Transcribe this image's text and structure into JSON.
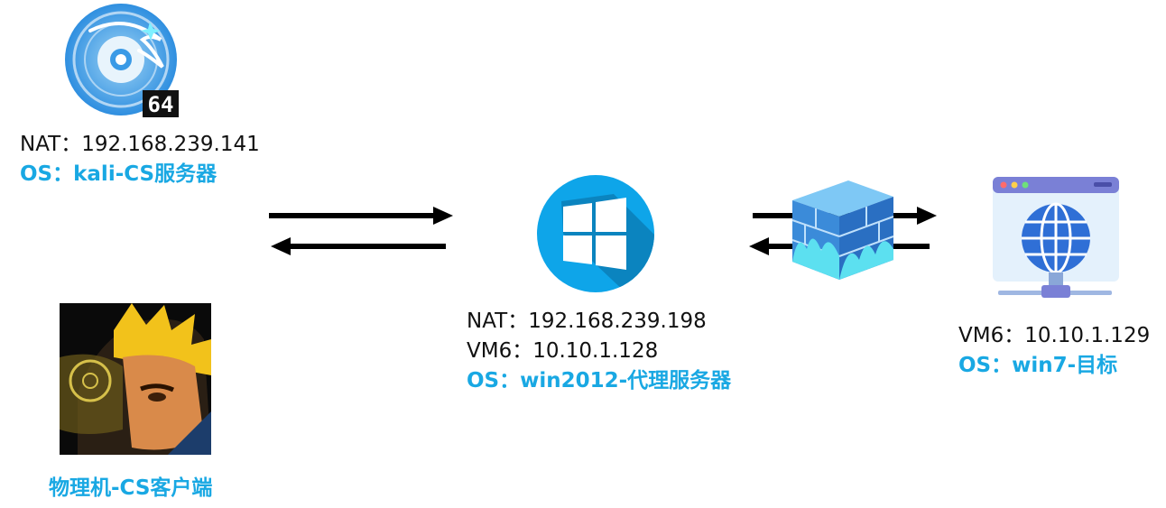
{
  "kali": {
    "nat": "NAT：192.168.239.141",
    "os": "OS：kali-CS服务器",
    "badge": "64"
  },
  "client": {
    "label": "物理机-CS客户端"
  },
  "proxy": {
    "nat": "NAT：192.168.239.198",
    "vm6": "VM6：10.10.1.128",
    "os": "OS：win2012-代理服务器"
  },
  "target": {
    "vm6": "VM6：10.10.1.129",
    "os": "OS：win7-目标"
  },
  "colors": {
    "accent_text": "#19a8e3",
    "windows_blue": "#0ea5e9",
    "firewall_blue": "#3b8bd9",
    "globe_blue": "#2f6fd6"
  },
  "icons": {
    "kali": "kali-linux-disc-icon",
    "client": "cobalt-strike-client-avatar-icon",
    "proxy": "windows-logo-icon",
    "firewall": "firewall-icon",
    "target": "web-server-globe-icon"
  }
}
